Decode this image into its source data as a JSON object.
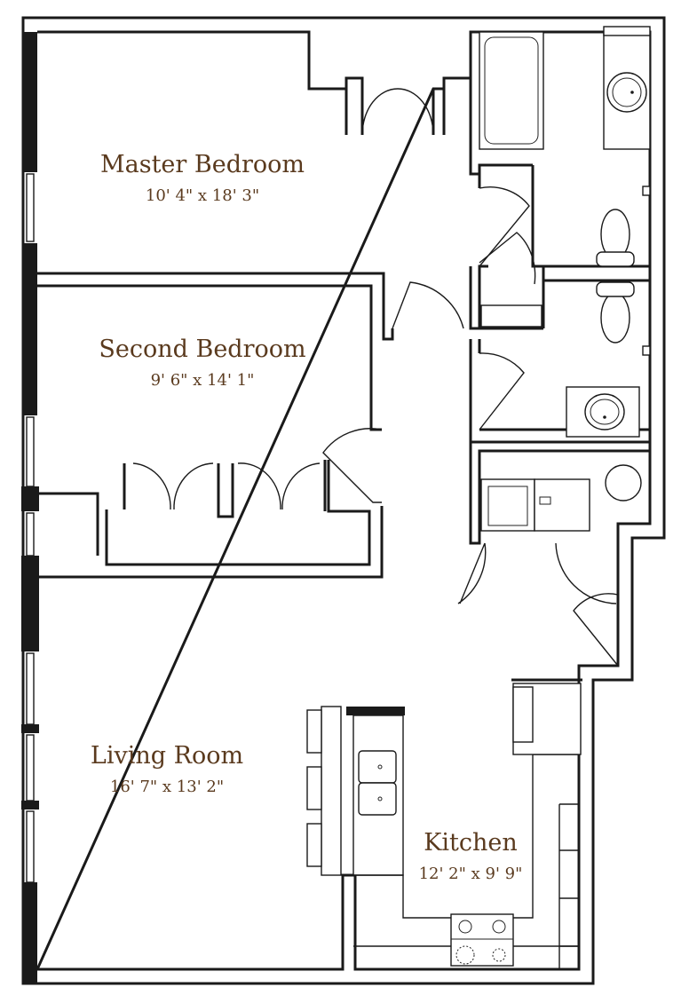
{
  "rooms": {
    "master_bedroom": {
      "name": "Master Bedroom",
      "dims": "10' 4\" x 18' 3\""
    },
    "second_bedroom": {
      "name": "Second Bedroom",
      "dims": "9' 6\" x 14' 1\""
    },
    "living_room": {
      "name": "Living Room",
      "dims": "16' 7\" x 13' 2\""
    },
    "kitchen": {
      "name": "Kitchen",
      "dims": "12' 2\" x 9' 9\""
    }
  },
  "colors": {
    "label": "#5a3a1e",
    "wall": "#1a1a1a",
    "background": "#ffffff"
  }
}
